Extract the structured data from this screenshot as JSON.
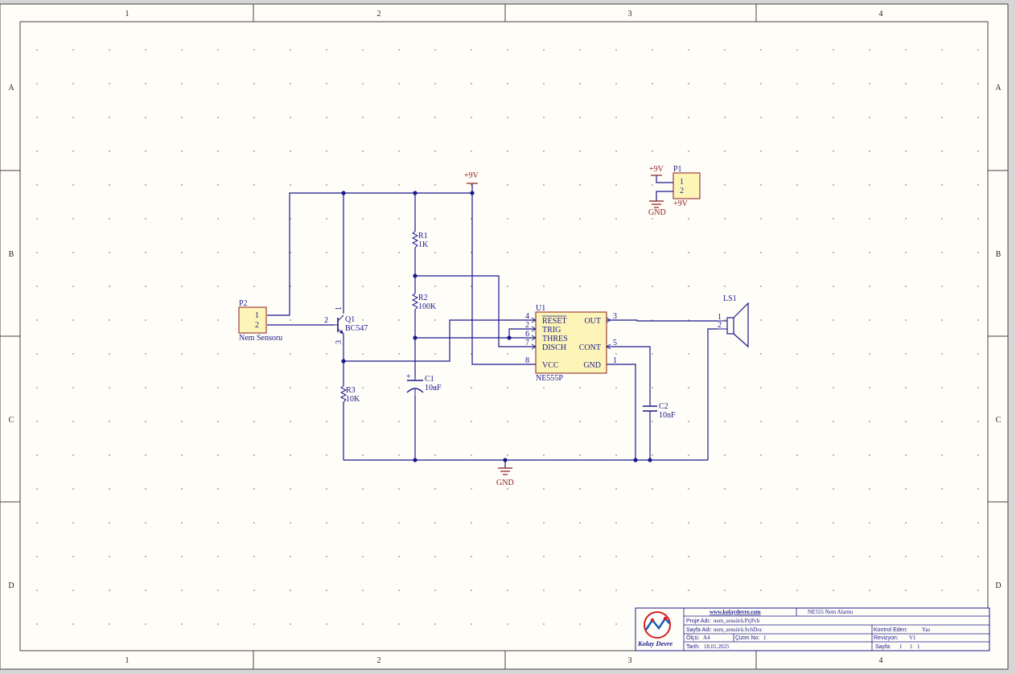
{
  "zones": {
    "cols": [
      "1",
      "2",
      "3",
      "4"
    ],
    "rows": [
      "A",
      "B",
      "C",
      "D"
    ]
  },
  "components": {
    "p2": {
      "ref": "P2",
      "value": "Nem Sensoru",
      "pin1": "1",
      "pin2": "2"
    },
    "p1": {
      "ref": "P1",
      "pin1": "1",
      "pin2": "2",
      "net": "+9V"
    },
    "q1": {
      "ref": "Q1",
      "value": "BC547",
      "pin1": "1",
      "pin2": "2",
      "pin3": "3"
    },
    "r1": {
      "ref": "R1",
      "value": "1K"
    },
    "r2": {
      "ref": "R2",
      "value": "100K"
    },
    "r3": {
      "ref": "R3",
      "value": "10K"
    },
    "c1": {
      "ref": "C1",
      "value": "10uF"
    },
    "c2": {
      "ref": "C2",
      "value": "10nF"
    },
    "u1": {
      "ref": "U1",
      "value": "NE555P",
      "left_pins": [
        {
          "num": "4",
          "name": "RESET"
        },
        {
          "num": "2",
          "name": "TRIG"
        },
        {
          "num": "6",
          "name": "THRES"
        },
        {
          "num": "7",
          "name": "DISCH"
        },
        {
          "num": "8",
          "name": "VCC"
        }
      ],
      "right_pins": [
        {
          "num": "3",
          "name": "OUT"
        },
        {
          "num": "5",
          "name": "CONT"
        },
        {
          "num": "1",
          "name": "GND"
        }
      ]
    },
    "ls1": {
      "ref": "LS1",
      "pin1": "1",
      "pin2": "2"
    }
  },
  "power": {
    "vcc": "+9V",
    "gnd": "GND"
  },
  "title_block": {
    "logo_text": "Kolay Devre",
    "website": "www.kolaydevre.com",
    "title": "NE555 Nem Alarmı",
    "project_label": "Proje Adı:",
    "project_value": "nem_sensörü.PrjPcb",
    "sheet_name_label": "Sayfa Adı:",
    "sheet_name_value": "nem_sensörü.SchDoc",
    "size_label": "Ölçü:",
    "size_value": "A4",
    "drawing_no_label": "Çizim No:",
    "drawing_no_value": "1",
    "date_label": "Tarih:",
    "date_value": "18.01.2025",
    "checked_label": "Kontrol Eden:",
    "checked_value": "Yas",
    "revision_label": "Revizyon:",
    "revision_value": "V1",
    "page_label": "Sayfa:",
    "page_value": "1",
    "page_of": "1",
    "page_total": "1"
  },
  "colors": {
    "wire": "#1a1a8c",
    "power": "#8b1a1a",
    "component_fill": "#fdf5b8",
    "sheet": "#fffdf8"
  }
}
